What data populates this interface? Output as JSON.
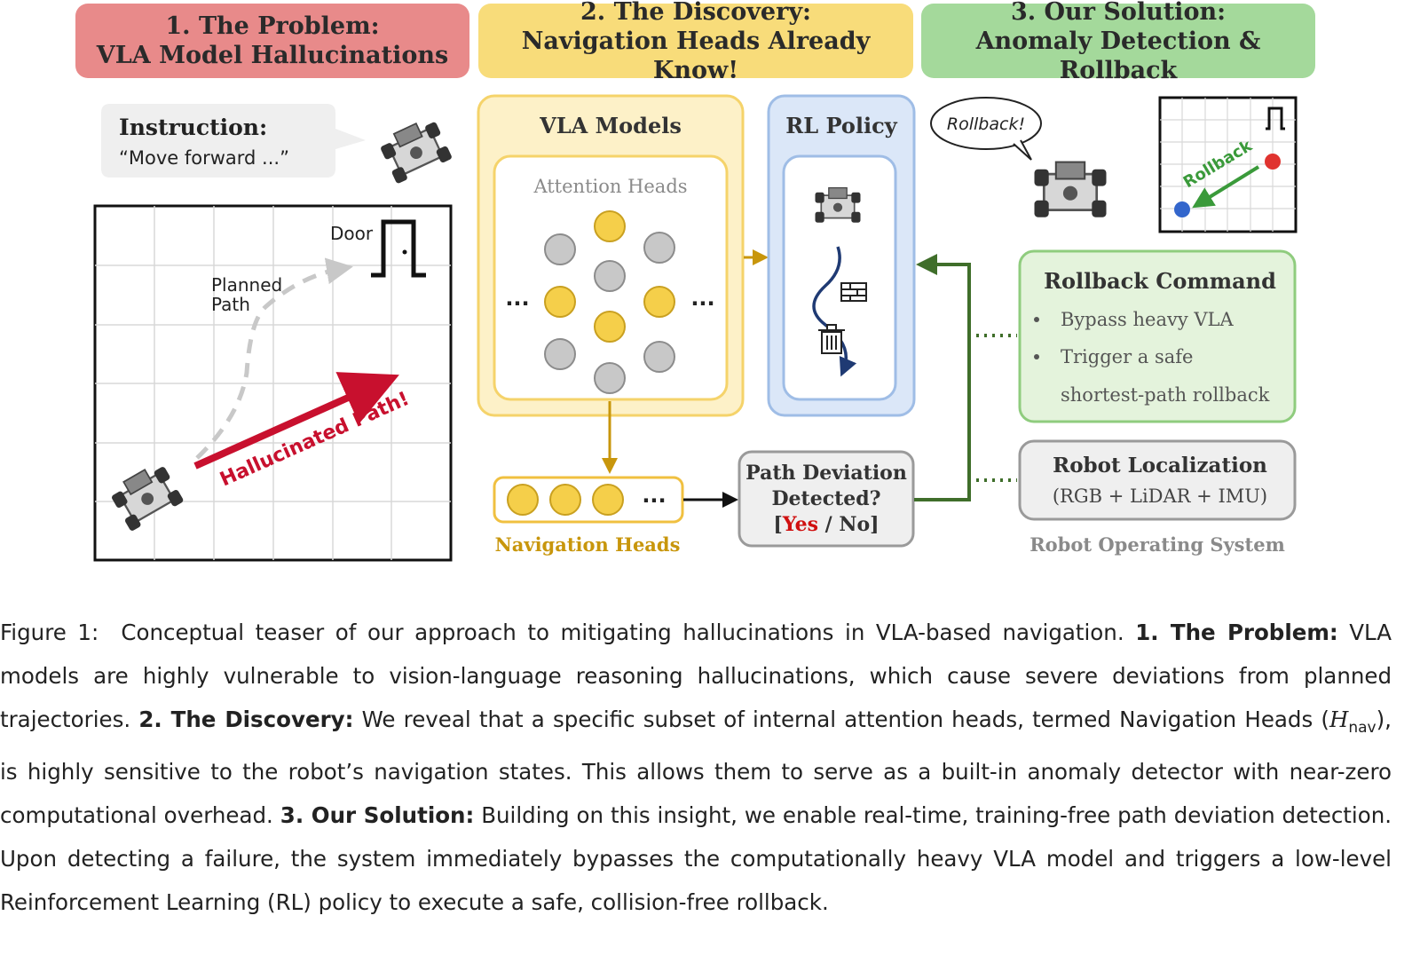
{
  "headers": [
    {
      "line1": "1. The Problem:",
      "line2": "VLA Model Hallucinations",
      "color": "#e88a8a"
    },
    {
      "line1": "2. The Discovery:",
      "line2": "Navigation Heads Already Know!",
      "color": "#f8dc7a"
    },
    {
      "line1": "3. Our Solution:",
      "line2": "Anomaly Detection & Rollback",
      "color": "#a4d99b"
    }
  ],
  "problem": {
    "instruction_label": "Instruction:",
    "instruction_text": "“Move forward ...”",
    "door_label": "Door",
    "planned_path_line1": "Planned",
    "planned_path_line2": "Path",
    "hallucinated_label": "Hallucinated Path!"
  },
  "discovery": {
    "vla_title": "VLA Models",
    "attention_heads_label": "Attention Heads",
    "ellipsis": "···",
    "navigation_heads_label": "Navigation Heads",
    "rl_title": "RL Policy",
    "deviation_line1": "Path Deviation",
    "deviation_line2": "Detected?",
    "deviation_yes": "Yes",
    "deviation_sep": " / ",
    "deviation_no": "No"
  },
  "solution": {
    "speech": "Rollback!",
    "map_label": "Rollback",
    "rollback_title": "Rollback Command",
    "rollback_bullets": [
      "Bypass heavy VLA",
      "Trigger a safe",
      "shortest-path rollback"
    ],
    "localization_title": "Robot Localization",
    "localization_sub": "(RGB + LiDAR + IMU)",
    "ros_label": "Robot Operating System"
  },
  "caption": {
    "prefix": "Figure 1:",
    "intro": "Conceptual teaser of our approach to mitigating hallucinations in VLA-based navigation.",
    "problem_bold": "1. The Problem:",
    "problem_text": "VLA models are highly vulnerable to vision-language reasoning hallucinations, which cause severe deviations from planned trajectories.",
    "discovery_bold": "2. The Discovery:",
    "discovery_text_a": "We reveal that a specific subset of internal attention heads, termed Navigation Heads (",
    "discovery_symbol": "H",
    "discovery_sub": "nav",
    "discovery_text_b": "), is highly sensitive to the robot’s navigation states. This allows them to serve as a built-in anomaly detector with near-zero computational overhead.",
    "solution_bold": "3. Our Solution:",
    "solution_text": "Building on this insight, we enable real-time, training-free path deviation detection. Upon detecting a failure, the system immediately bypasses the computationally heavy VLA model and triggers a low-level Reinforcement Learning (RL) policy to execute a safe, collision-free rollback."
  }
}
